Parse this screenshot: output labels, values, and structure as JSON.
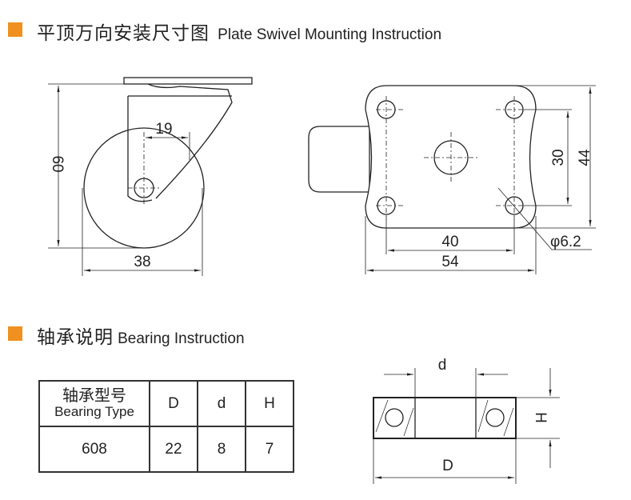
{
  "section1": {
    "title_zh": "平顶万向安装尺寸图",
    "title_en": "Plate Swivel Mounting Instruction"
  },
  "side_view": {
    "height": "60",
    "width": "38",
    "offset": "19"
  },
  "top_view": {
    "hole_spacing_v": "30",
    "plate_length": "44",
    "hole_spacing_h": "40",
    "plate_width": "54",
    "hole_diameter": "φ6.2"
  },
  "section2": {
    "title_zh": "轴承说明",
    "title_en": "Bearing Instruction"
  },
  "table": {
    "header_zh": "轴承型号",
    "header_en": "Bearing Type",
    "columns": [
      "D",
      "d",
      "H"
    ],
    "row": {
      "type": "608",
      "D": "22",
      "d": "8",
      "H": "7"
    }
  },
  "bearing_diagram": {
    "inner": "d",
    "height": "H",
    "outer": "D"
  },
  "colors": {
    "accent": "#f0901e"
  }
}
